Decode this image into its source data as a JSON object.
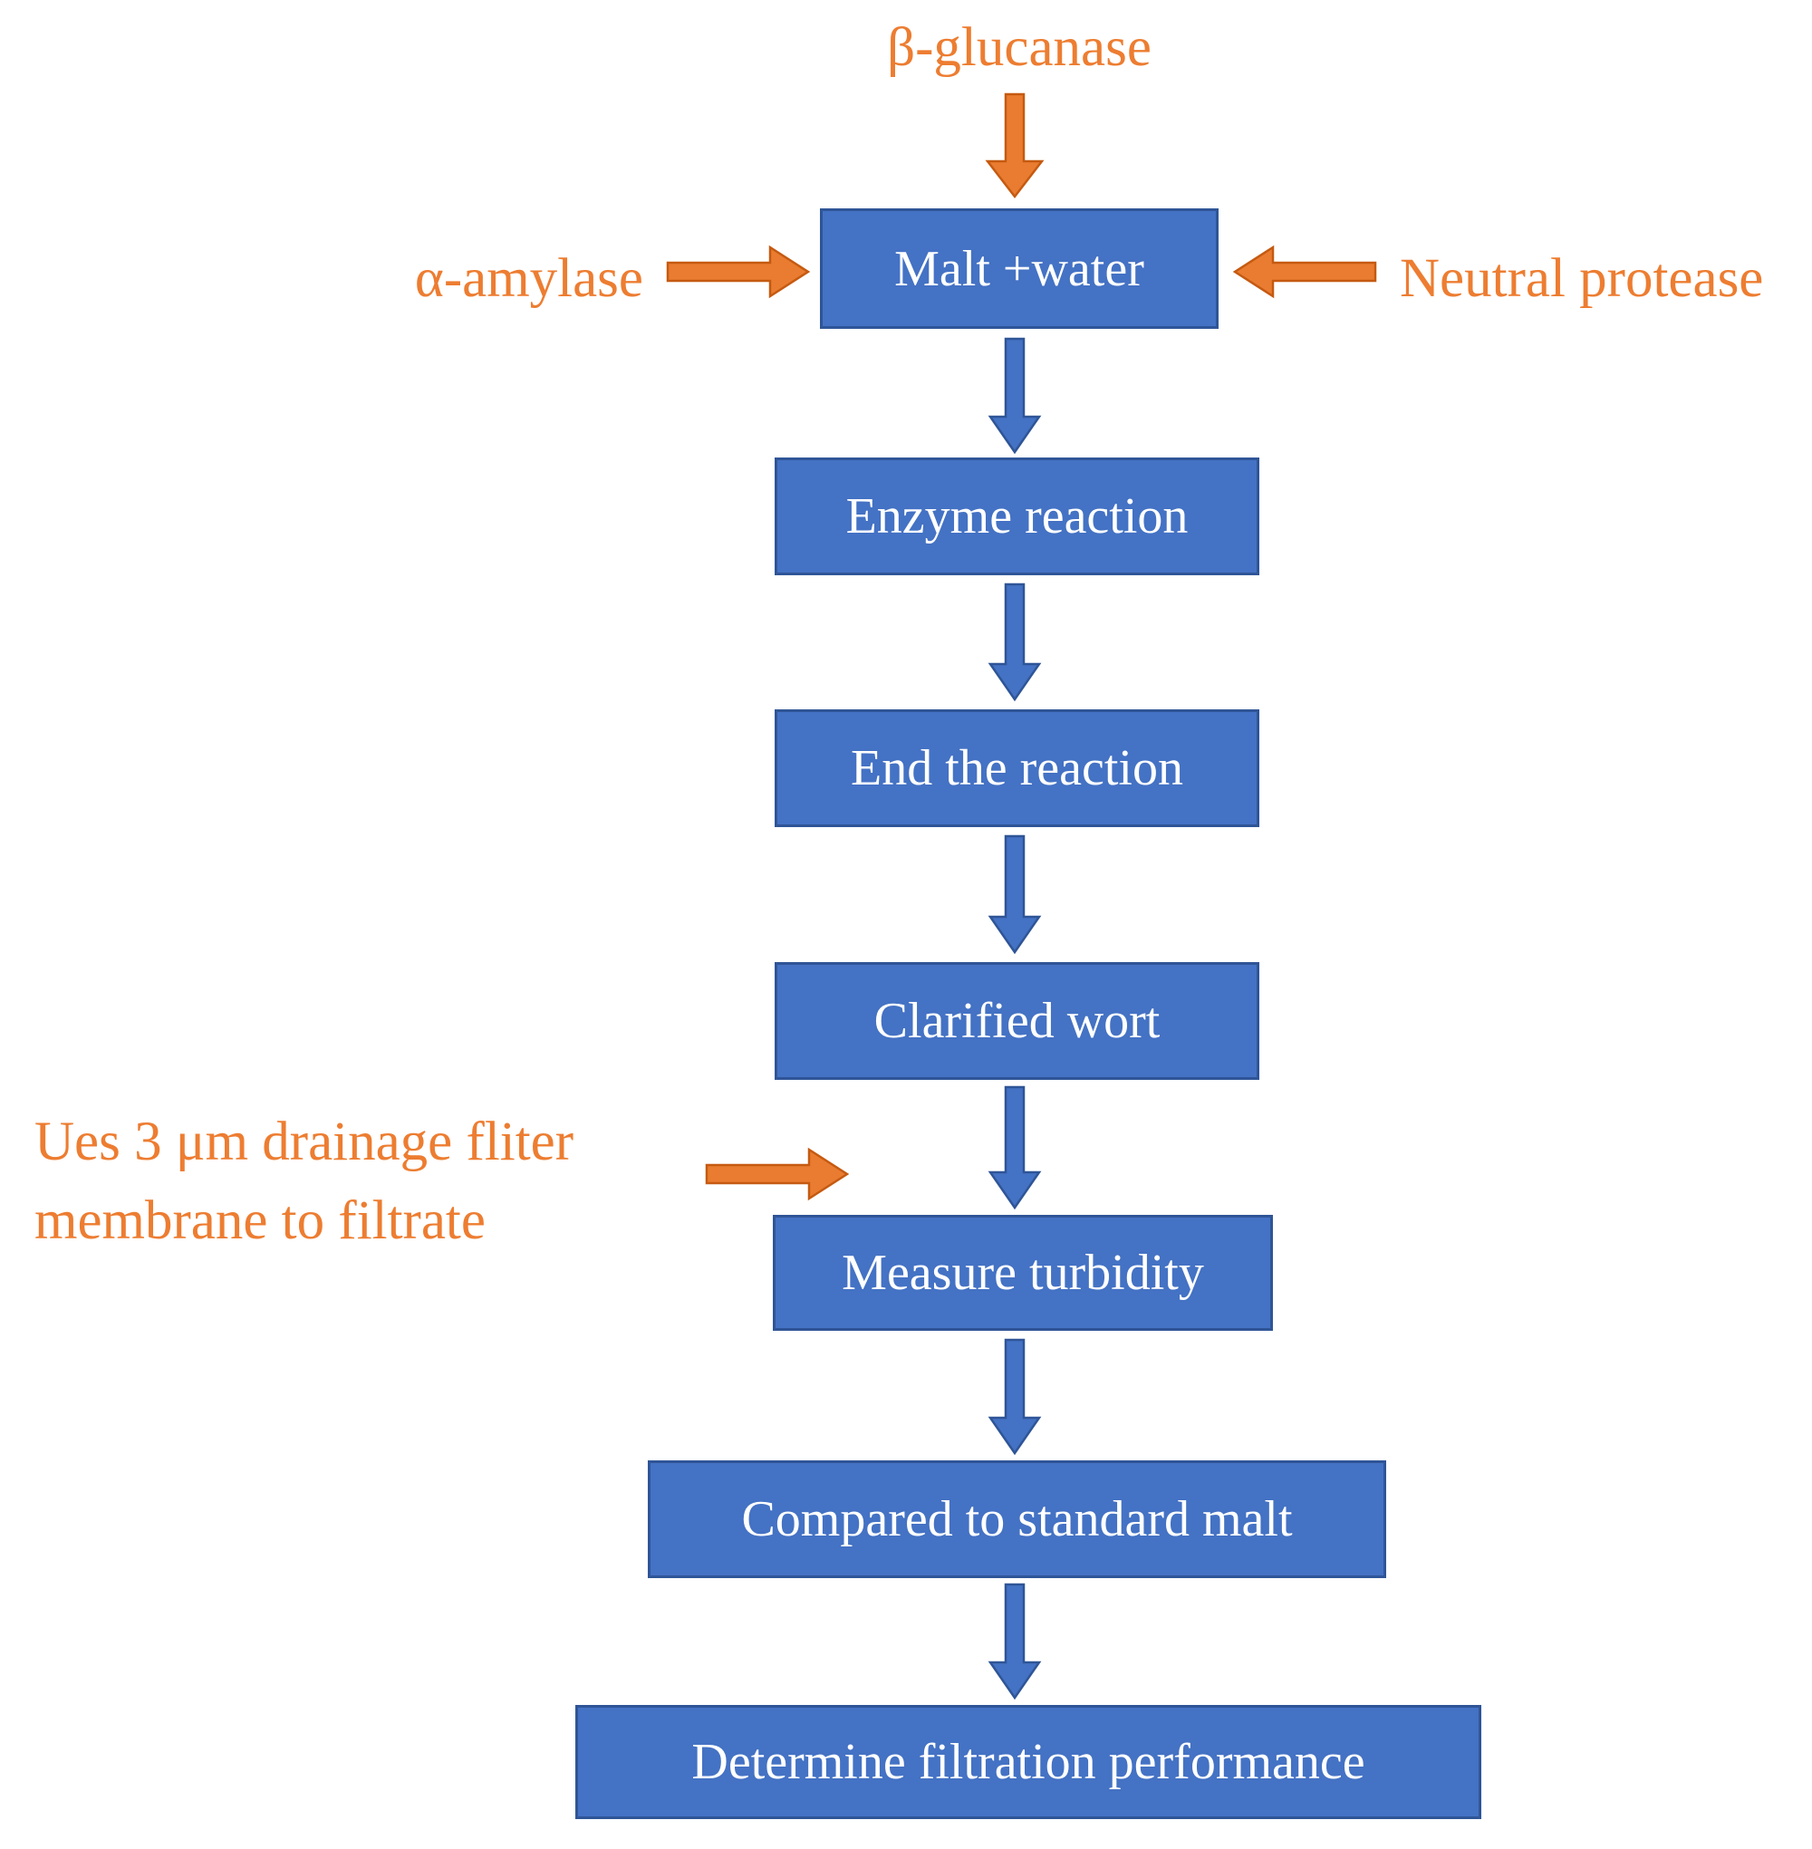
{
  "diagram": {
    "type": "flowchart",
    "background": "#FFFFFF",
    "colors": {
      "background": "#FFFFFF",
      "box_fill": "#4472C4",
      "box_border": "#2F5597",
      "box_text": "#FFFFFF",
      "blue_arrow_fill": "#4472C4",
      "blue_arrow_border": "#2F5597",
      "orange_arrow_fill": "#E97C30",
      "orange_arrow_border": "#C55A11",
      "orange_text": "#ED7D31"
    },
    "steps": [
      {
        "label": "Malt +water"
      },
      {
        "label": "Enzyme reaction"
      },
      {
        "label": "End the reaction"
      },
      {
        "label": "Clarified wort"
      },
      {
        "label": "Measure turbidity"
      },
      {
        "label": "Compared to standard malt"
      },
      {
        "label": "Determine filtration performance"
      }
    ],
    "annotations": {
      "top_enzyme": "β-glucanase",
      "left_enzyme": "α-amylase",
      "right_enzyme": "Neutral protease",
      "filter_note_line1": "Ues 3 μm drainage fliter",
      "filter_note_line2": "membrane to filtrate"
    },
    "arrows": {
      "orange_down": "beta-glucanase into Malt +water",
      "orange_right": "alpha-amylase into Malt +water",
      "orange_left": "Neutral protease into Malt +water",
      "orange_note": "filter note into flow between Clarified wort and Measure turbidity",
      "blue_flow_count": 6
    }
  }
}
